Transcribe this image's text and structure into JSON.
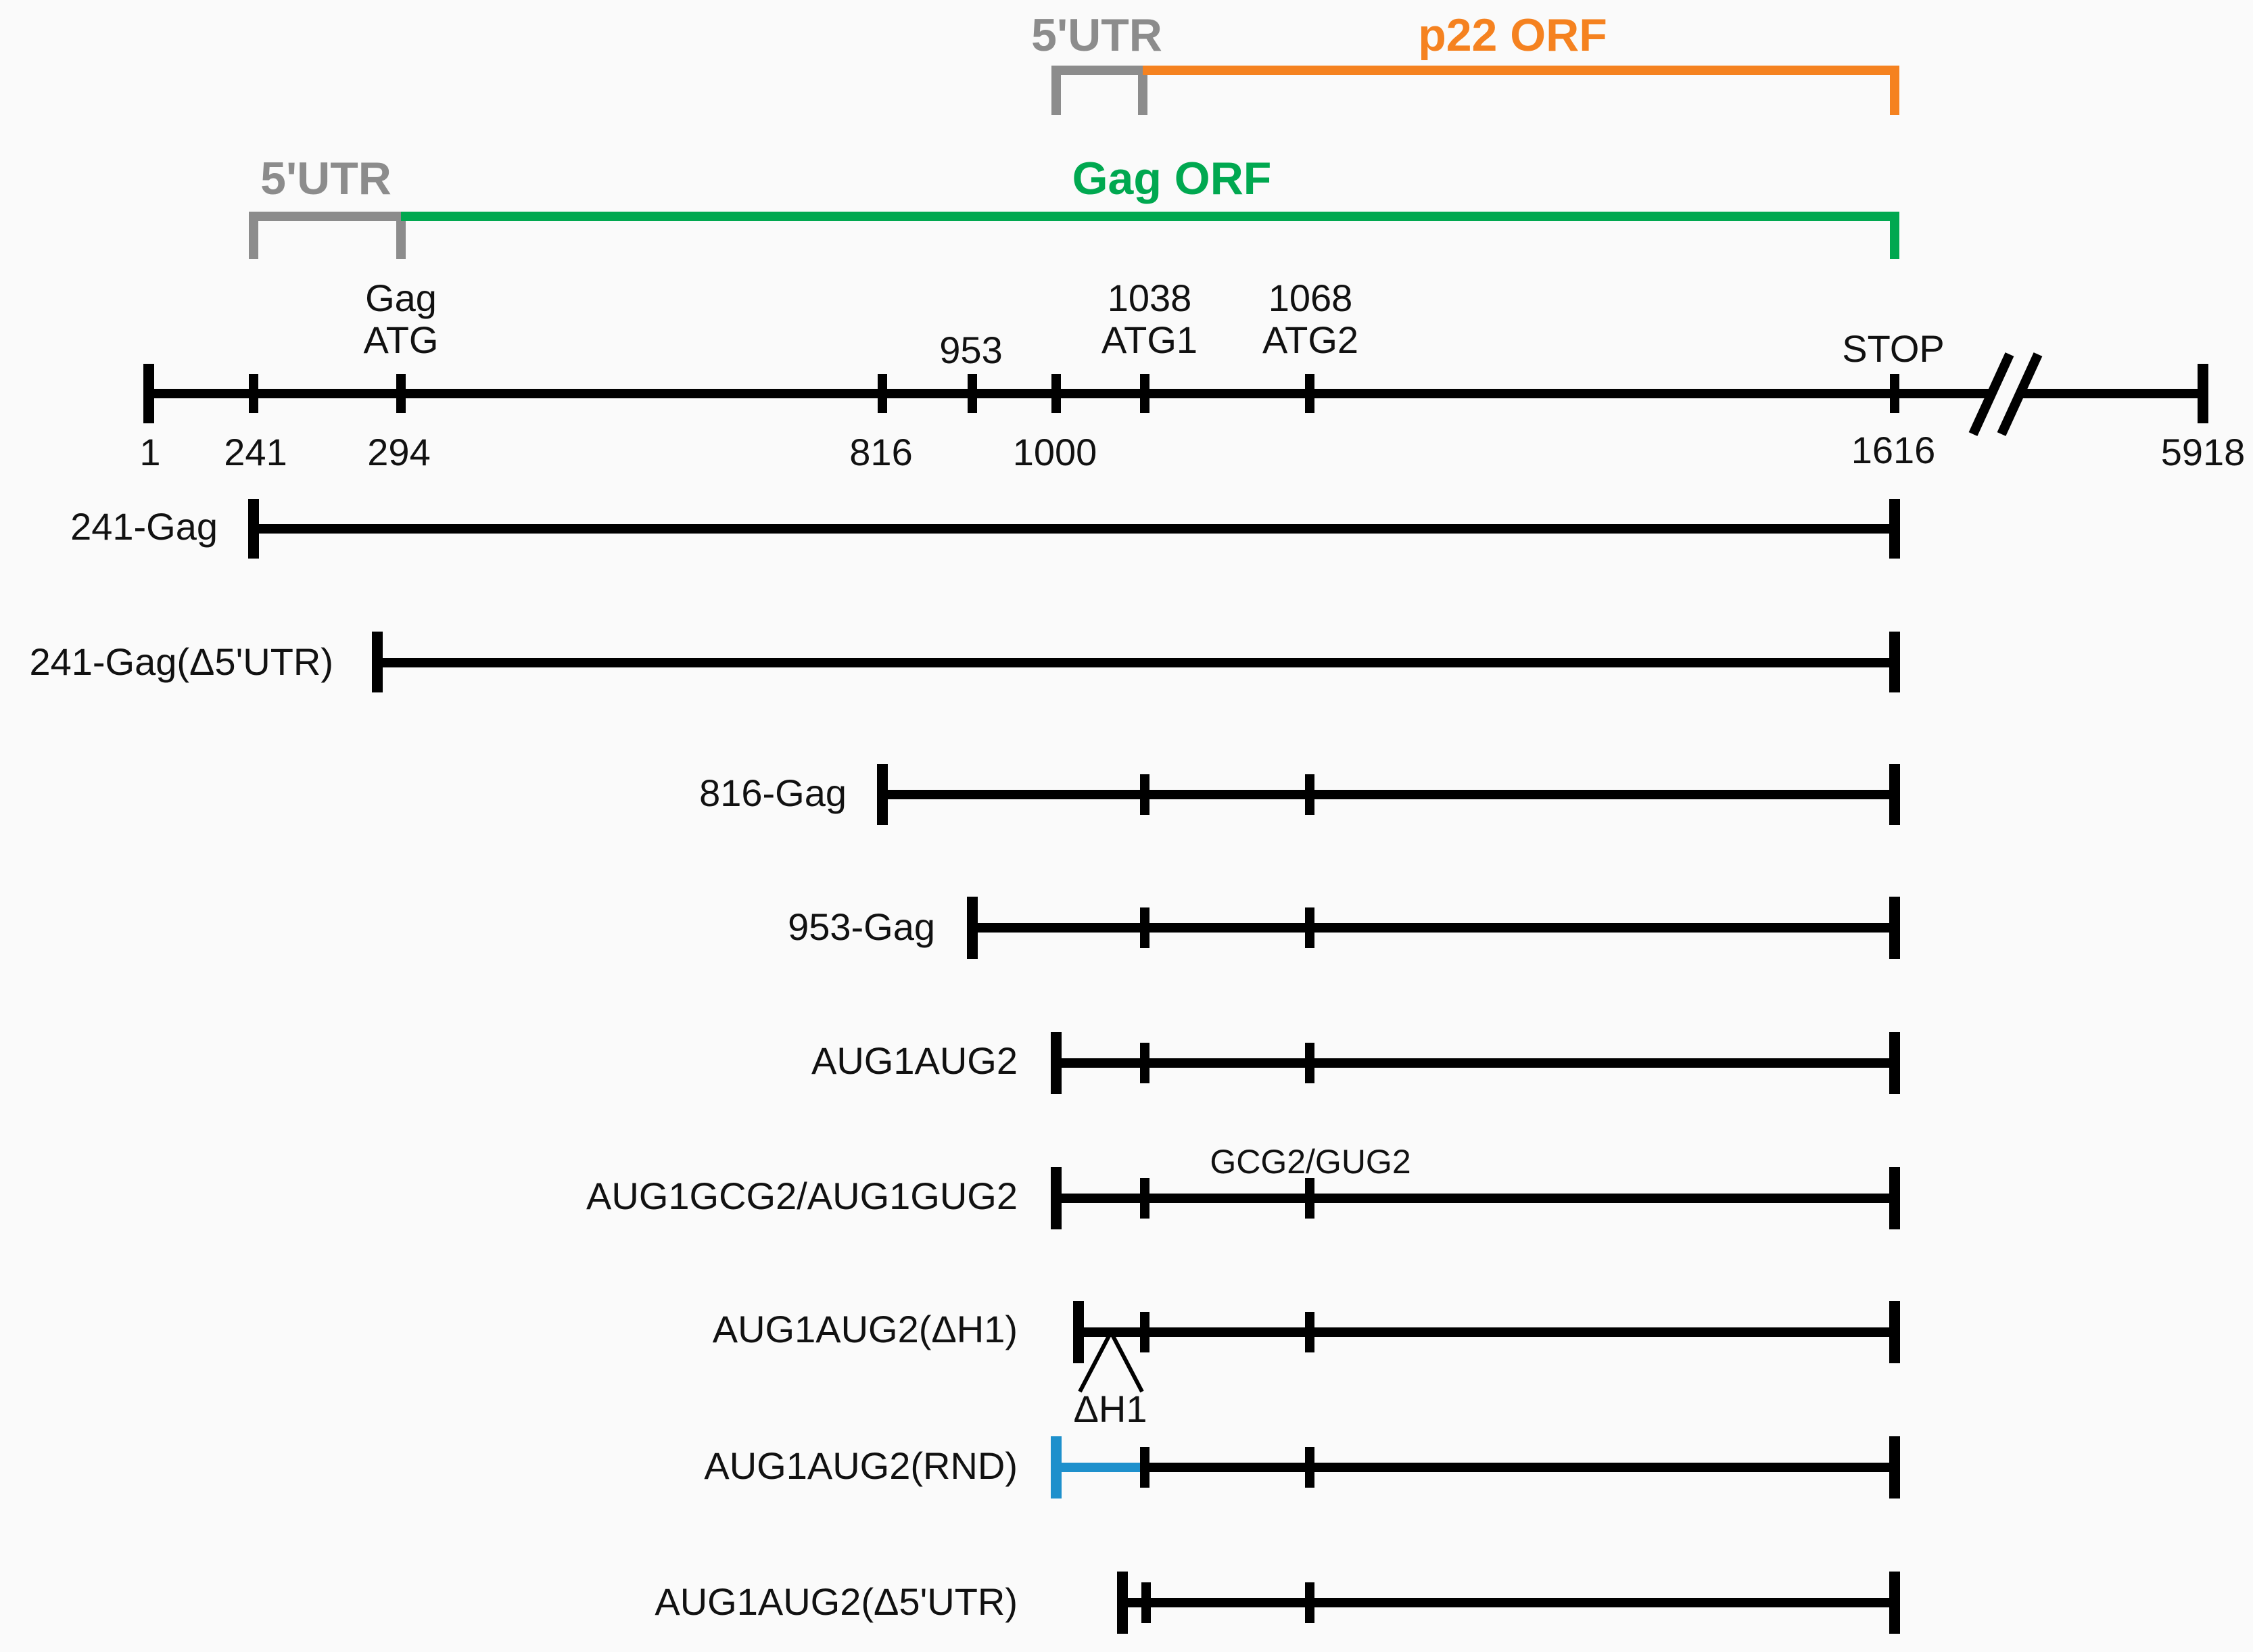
{
  "colors": {
    "utr": "#8c8c8c",
    "gag": "#00a850",
    "p22": "#f58220",
    "random": "#1e90cc",
    "line": "#000000"
  },
  "brackets": {
    "p22_utr_label": "5'UTR",
    "p22_orf_label": "p22 ORF",
    "gag_utr_label": "5'UTR",
    "gag_orf_label": "Gag ORF"
  },
  "map": {
    "features": {
      "gag_atg_line1": "Gag",
      "gag_atg_line2": "ATG",
      "pos_953": "953",
      "atg1_pos": "1038",
      "atg1_label": "ATG1",
      "atg2_pos": "1068",
      "atg2_label": "ATG2",
      "stop_label": "STOP"
    },
    "positions": [
      "1",
      "241",
      "294",
      "816",
      "1000",
      "1616",
      "5918"
    ]
  },
  "constructs": [
    "241-Gag",
    "241-Gag(Δ5'UTR)",
    "816-Gag",
    "953-Gag",
    "AUG1AUG2",
    "AUG1GCG2/AUG1GUG2",
    "AUG1AUG2(ΔH1)",
    "AUG1AUG2(RND)",
    "AUG1AUG2(Δ5'UTR)"
  ],
  "annotations": {
    "gcg_gug": "GCG2/GUG2",
    "delta_h1": "ΔH1"
  }
}
